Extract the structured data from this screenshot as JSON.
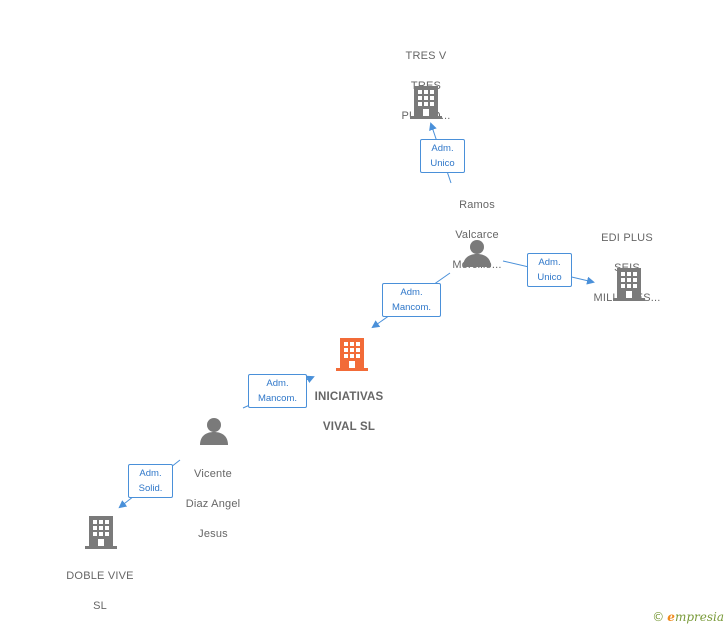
{
  "nodes": {
    "tres_v": {
      "lines": [
        "TRES V",
        "TRES",
        "PUNTO..."
      ],
      "type": "company"
    },
    "ramos": {
      "lines": [
        "Ramos",
        "Valcarce",
        "Morcillo..."
      ],
      "type": "person"
    },
    "edi_plus": {
      "lines": [
        "EDI PLUS",
        "SEIS",
        "MILLONES..."
      ],
      "type": "company"
    },
    "iniciativas": {
      "lines": [
        "INICIATIVAS",
        "VIVAL  SL"
      ],
      "type": "company-main"
    },
    "vicente": {
      "lines": [
        "Vicente",
        "Diaz Angel",
        "Jesus"
      ],
      "type": "person"
    },
    "doble_vive": {
      "lines": [
        "DOBLE VIVE",
        "SL"
      ],
      "type": "company"
    }
  },
  "edges": [
    {
      "from": "ramos",
      "to": "tres_v",
      "label": [
        "Adm.",
        "Unico"
      ]
    },
    {
      "from": "ramos",
      "to": "edi_plus",
      "label": [
        "Adm.",
        "Unico"
      ]
    },
    {
      "from": "ramos",
      "to": "iniciativas",
      "label": [
        "Adm.",
        "Mancom."
      ]
    },
    {
      "from": "vicente",
      "to": "iniciativas",
      "label": [
        "Adm.",
        "Mancom."
      ]
    },
    {
      "from": "vicente",
      "to": "doble_vive",
      "label": [
        "Adm.",
        "Solid."
      ]
    }
  ],
  "colors": {
    "company": "#7a7a7a",
    "company_main": "#f26b38",
    "person": "#7a7a7a",
    "edge": "#4a90d9",
    "label_text": "#666666"
  },
  "footer": {
    "copyright": "©",
    "brand_first": "e",
    "brand_rest": "mpresia"
  }
}
